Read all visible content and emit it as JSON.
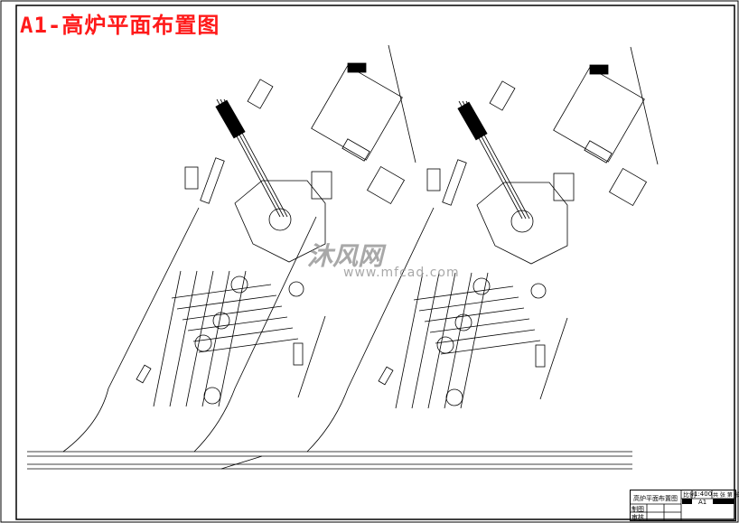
{
  "title": "A1-高炉平面布置图",
  "title_color": "#ff1a1a",
  "watermark": {
    "name": "沐风网",
    "url": "www.mfcad.com"
  },
  "title_block": {
    "drawing_name": "高炉平面布置图",
    "scale_label": "比例",
    "scale": "1:400",
    "sheet_label": "共 张 第 张",
    "size": "A1",
    "drawn_by_label": "制图",
    "checked_by_label": "审核"
  }
}
